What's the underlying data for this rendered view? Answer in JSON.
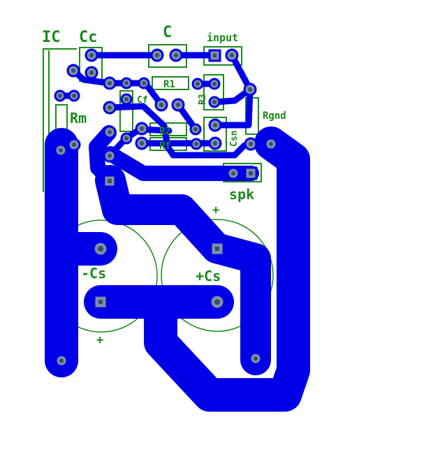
{
  "labels": {
    "ic": "IC",
    "cc": "Cc",
    "c": "C",
    "input": "input",
    "r1": "R1",
    "rm": "Rm",
    "cf": "Cf",
    "r2": "R2",
    "rf": "Rf",
    "rgnd": "Rgnd",
    "csn": "Csn",
    "r3": "R3",
    "spk": "spk",
    "neg_cs": "-Cs",
    "pos_cs": "+Cs",
    "plus_upper": "+",
    "plus_lower": "+"
  },
  "colors": {
    "copper": "#0000e6",
    "silkscreen": "#1a8a1a",
    "pad": "#7f8fa6",
    "hole": "#3a4e66",
    "background": "#ffffff"
  }
}
